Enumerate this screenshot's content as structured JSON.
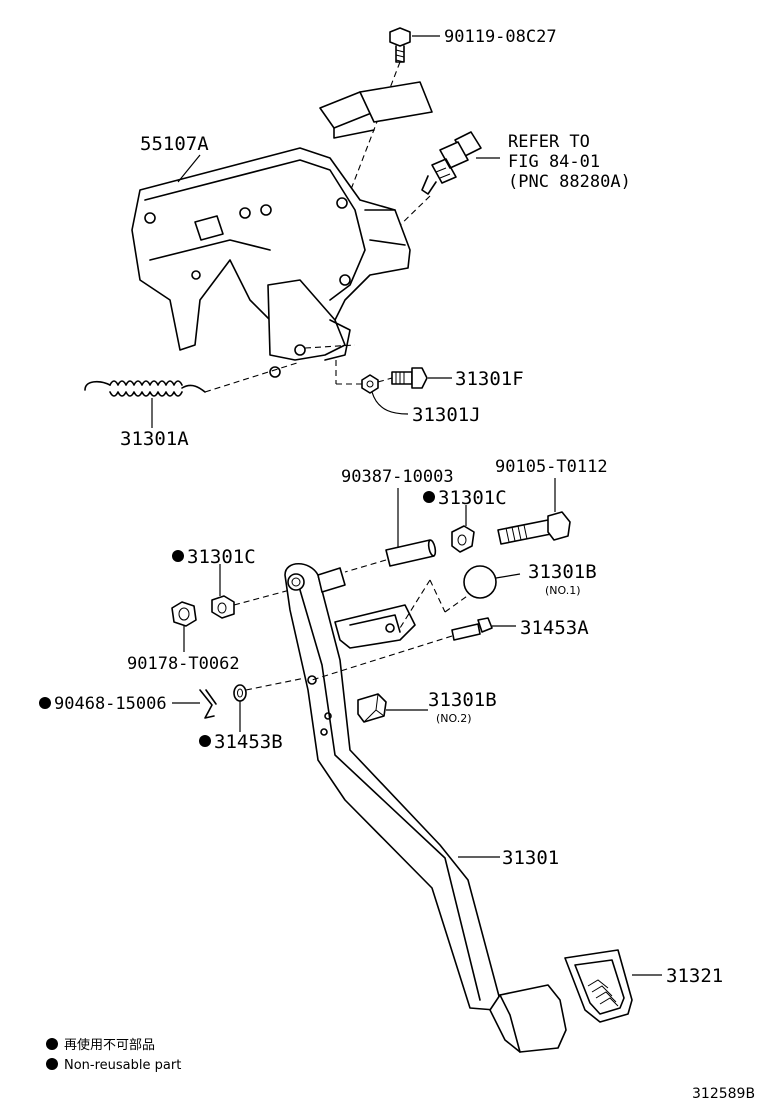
{
  "labels": {
    "bolt_top": "90119-08C27",
    "refer_line1": "REFER TO",
    "refer_line2": "FIG 84-01",
    "refer_line3": "(PNC 88280A)",
    "bracket": "55107A",
    "bolt_31301F": "31301F",
    "nut_31301J": "31301J",
    "spring": "31301A",
    "collar": "90387-10003",
    "bolt_pivot": "90105-T0112",
    "bushing_right": "31301C",
    "bushing_left": "31301C",
    "cushion_no1": "31301B",
    "cushion_no1_sub": "(NO.1)",
    "pin_31453A": "31453A",
    "nut_left": "90178-T0062",
    "clip": "90468-15006",
    "bushing_31453B": "31453B",
    "cushion_no2": "31301B",
    "cushion_no2_sub": "(NO.2)",
    "pedal_arm": "31301",
    "pedal_pad": "31321"
  },
  "legend": {
    "line1": "再使用不可部品",
    "line2": "Non-reusable part"
  },
  "figure_number": "312589B"
}
